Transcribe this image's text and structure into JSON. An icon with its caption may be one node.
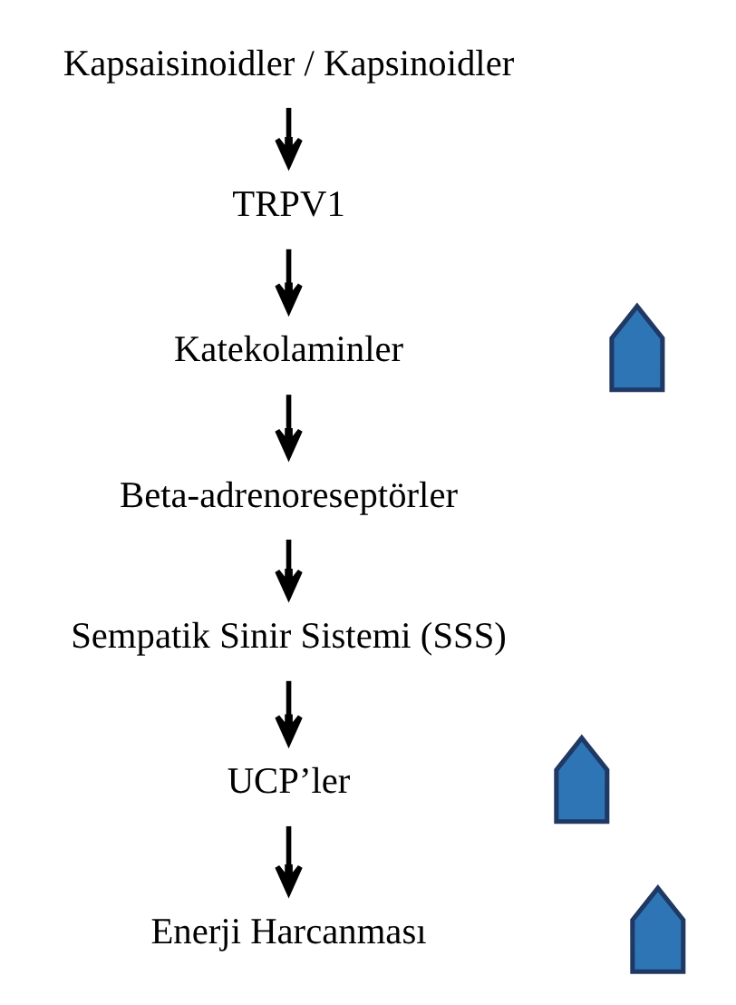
{
  "diagram": {
    "nodes": [
      {
        "text": [
          "Kapsaisinoidler / Kapsinoidler"
        ]
      },
      {
        "text": [
          "TRPV1"
        ]
      },
      {
        "text": [
          "Katekolaminler"
        ]
      },
      {
        "text": [],
        "shape": "arrow"
      },
      {
        "text": [
          "Beta-adrenoreseptörler"
        ]
      },
      {
        "text": [
          "Sempatik Sinir Sistemi (SSS)"
        ]
      },
      {
        "text": [
          "UCP’ler"
        ]
      },
      {
        "text": [],
        "shape": "arrow"
      },
      {
        "text": [
          "Enerji Harcanması"
        ]
      },
      {
        "text": [],
        "shape": "arrow"
      }
    ],
    "edges": [
      {
        "from": 0,
        "to": 1,
        "arrow": "to"
      },
      {
        "from": 1,
        "to": 2,
        "arrow": "to"
      },
      {
        "from": 2,
        "to": 4,
        "arrow": "to"
      },
      {
        "from": 4,
        "to": 5,
        "arrow": "to"
      },
      {
        "from": 5,
        "to": 6,
        "arrow": "to"
      },
      {
        "from": 6,
        "to": 8,
        "arrow": "to"
      }
    ]
  }
}
